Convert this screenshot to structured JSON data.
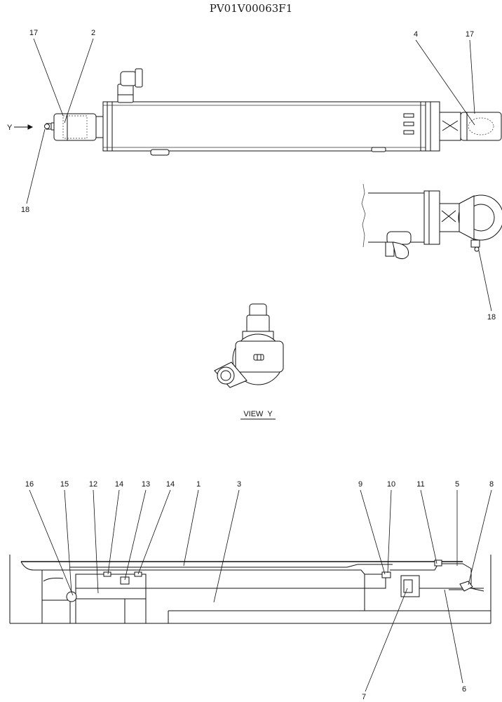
{
  "drawing_code": "PV01V00063F1",
  "view_arrow_label": "Y",
  "view_title": "VIEW  Y",
  "top_callouts": [
    "17",
    "2",
    "4",
    "17",
    "18",
    "18"
  ],
  "bottom_callouts": [
    "16",
    "15",
    "12",
    "14",
    "13",
    "14",
    "1",
    "3",
    "9",
    "10",
    "11",
    "5",
    "8",
    "7",
    "6"
  ]
}
